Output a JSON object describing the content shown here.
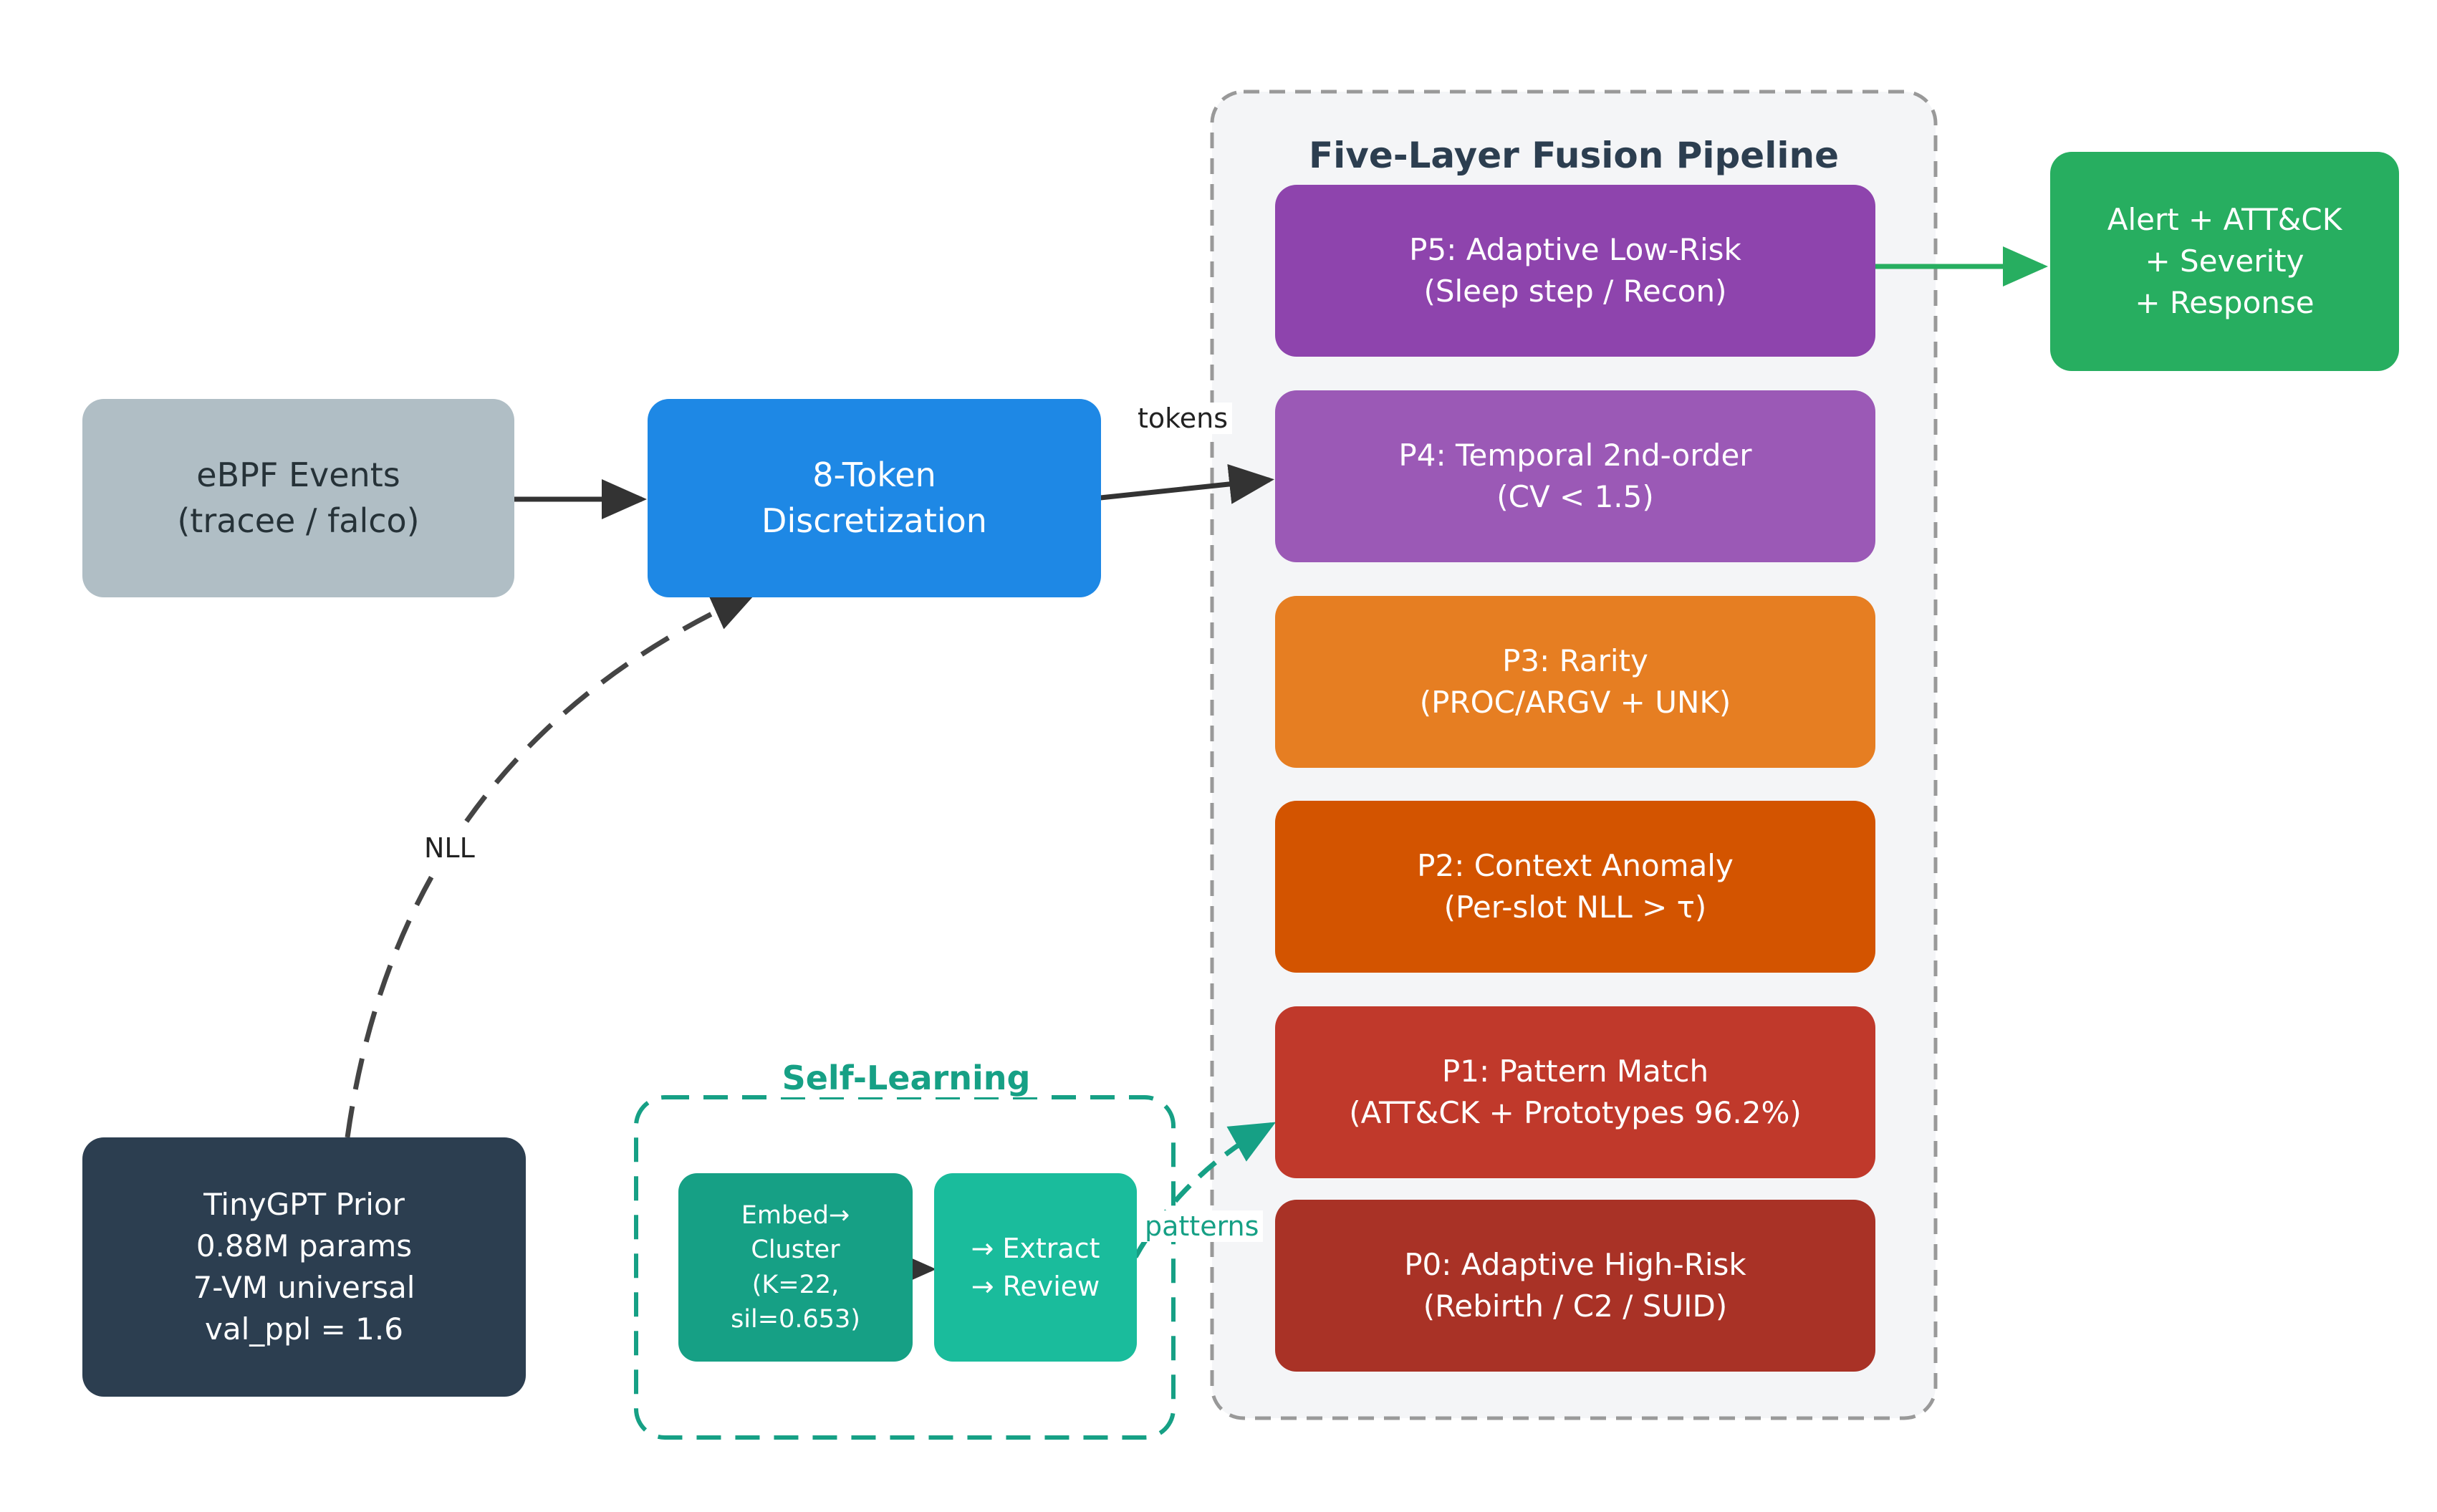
{
  "colors": {
    "gray": "#b0bec5",
    "blue": "#1e88e5",
    "navy": "#2c3e50",
    "green": "#27ae60",
    "teal_dark": "#16a085",
    "teal_light": "#1abc9c",
    "p5": "#8e44ad",
    "p4": "#9b59b6",
    "p3": "#e67e22",
    "p2": "#d35400",
    "p1": "#c0392b",
    "p0": "#a93226",
    "edge": "#333333"
  },
  "nodes": {
    "ebpf": {
      "lines": [
        "eBPF Events",
        "(tracee / falco)"
      ]
    },
    "tokenizer": {
      "lines": [
        "8-Token",
        "Discretization"
      ]
    },
    "prior": {
      "lines": [
        "TinyGPT Prior",
        "0.88M params",
        "7-VM universal",
        "val_ppl = 1.6"
      ]
    },
    "alert": {
      "lines": [
        "Alert + ATT&CK",
        "+ Severity",
        "+ Response"
      ]
    },
    "embed": {
      "lines": [
        "Embed→",
        "Cluster",
        "(K=22,",
        "sil=0.653)"
      ]
    },
    "extract": {
      "lines": [
        "→ Extract",
        "→ Review"
      ]
    }
  },
  "pipeline": {
    "title": "Five-Layer Fusion Pipeline",
    "layers": [
      {
        "id": "p5",
        "lines": [
          "P5: Adaptive Low-Risk",
          "(Sleep step / Recon)"
        ]
      },
      {
        "id": "p4",
        "lines": [
          "P4: Temporal 2nd-order",
          "(CV < 1.5)"
        ]
      },
      {
        "id": "p3",
        "lines": [
          "P3: Rarity",
          "(PROC/ARGV + UNK)"
        ]
      },
      {
        "id": "p2",
        "lines": [
          "P2: Context Anomaly",
          "(Per-slot NLL > τ)"
        ]
      },
      {
        "id": "p1",
        "lines": [
          "P1: Pattern Match",
          "(ATT&CK + Prototypes 96.2%)"
        ]
      },
      {
        "id": "p0",
        "lines": [
          "P0: Adaptive High-Risk",
          "(Rebirth / C2 / SUID)"
        ]
      }
    ]
  },
  "self_learning": {
    "title": "Self-Learning"
  },
  "edge_labels": {
    "tokens": "tokens",
    "nll": "NLL",
    "patterns": "patterns"
  }
}
